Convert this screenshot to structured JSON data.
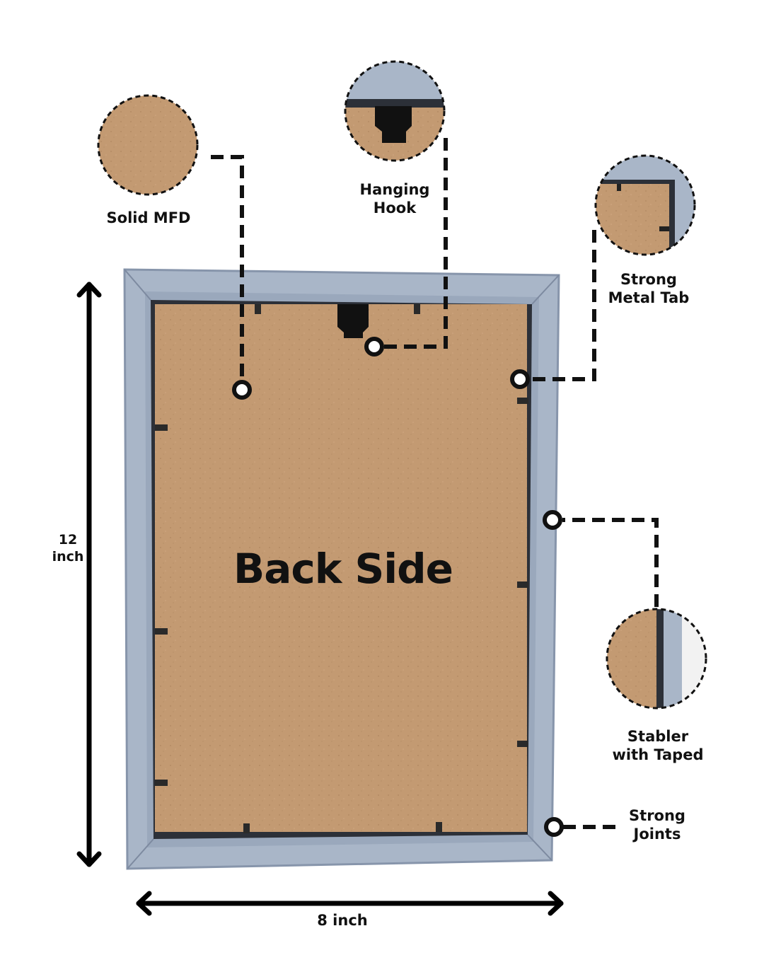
{
  "title": "Back Side",
  "callouts": {
    "solid_mfd": [
      "Solid MFD"
    ],
    "hanging_hook": [
      "Hanging",
      "Hook"
    ],
    "metal_tab": [
      "Strong",
      "Metal Tab"
    ],
    "stabler": [
      "Stabler",
      "with Taped"
    ],
    "joints": [
      "Strong",
      "Joints"
    ]
  },
  "dimensions": {
    "height": [
      "12",
      "inch"
    ],
    "width": [
      "8 inch"
    ]
  },
  "colors": {
    "frame": "#a9b6c8",
    "frame_edge": "#8795ab",
    "board": "#c39a72",
    "ink": "#111111"
  }
}
